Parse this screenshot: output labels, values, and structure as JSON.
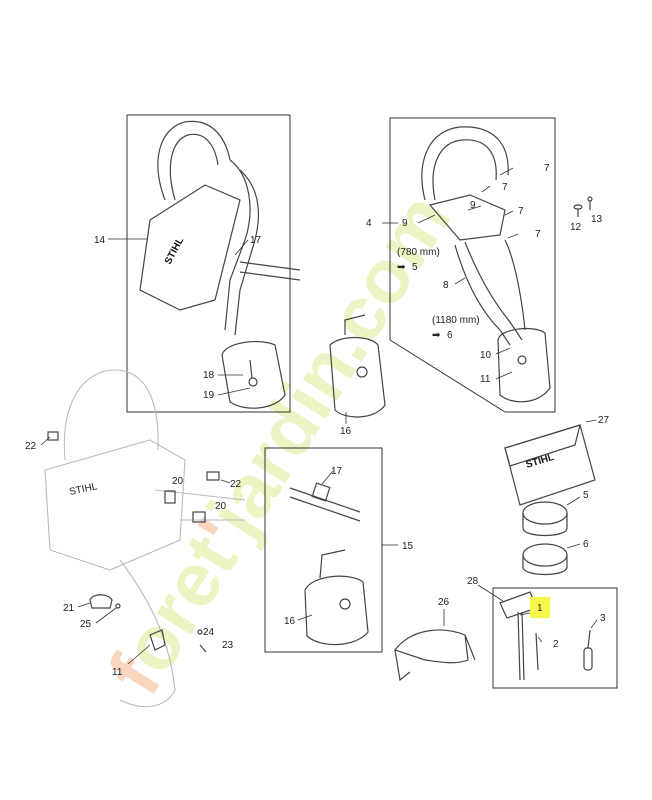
{
  "watermark": {
    "text": "foretjardin.com",
    "logo": "forêt jardin"
  },
  "brand": "STIHL",
  "callouts": {
    "c14": "14",
    "c17a": "17",
    "c18": "18",
    "c19": "19",
    "c4": "4",
    "c9a": "9",
    "c9b": "9",
    "c7a": "7",
    "c7b": "7",
    "c7c": "7",
    "c7d": "7",
    "c8": "8",
    "c10": "10",
    "c11a": "11",
    "c12": "12",
    "c13": "13",
    "c16a": "16",
    "c22a": "22",
    "c22b": "22",
    "c20a": "20",
    "c20b": "20",
    "c21": "21",
    "c25": "25",
    "c24": "24",
    "c23": "23",
    "c11b": "11",
    "c17b": "17",
    "c15": "15",
    "c16b": "16",
    "c27": "27",
    "c5": "5",
    "c6": "6",
    "c28": "28",
    "c26": "26",
    "c1": "1",
    "c2": "2",
    "c3": "3"
  },
  "notes": {
    "len1": "(780 mm)",
    "ref1": "5",
    "len2": "(1180 mm)",
    "ref2": "6"
  },
  "arrow_glyph": "➡",
  "highlight_color": "#f5f54a"
}
